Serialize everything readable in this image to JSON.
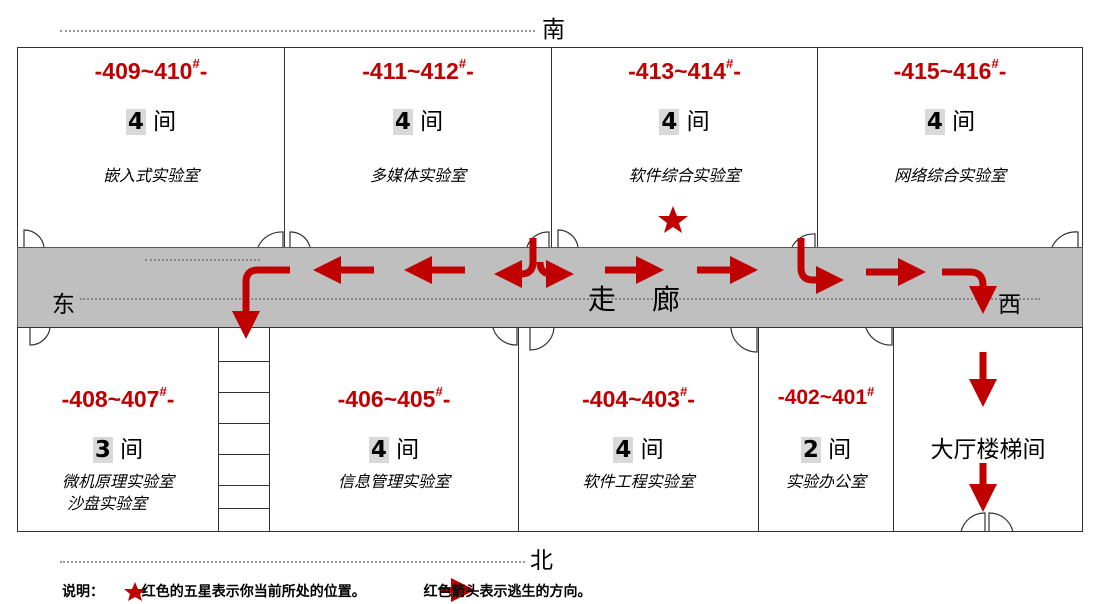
{
  "directions": {
    "south": "南",
    "north": "北",
    "east": "东",
    "west": "西"
  },
  "corridor": {
    "label_left": "走",
    "label_right": "廊"
  },
  "rooms_south": [
    {
      "code": "-409~410",
      "count_num": "4",
      "count_unit": "间",
      "name": "嵌入式实验室"
    },
    {
      "code": "-411~412",
      "count_num": "4",
      "count_unit": "间",
      "name": "多媒体实验室"
    },
    {
      "code": "-413~414",
      "count_num": "4",
      "count_unit": "间",
      "name": "软件综合实验室"
    },
    {
      "code": "-415~416",
      "count_num": "4",
      "count_unit": "间",
      "name": "网络综合实验室"
    }
  ],
  "rooms_north": [
    {
      "code": "-408~407",
      "count_num": "3",
      "count_unit": "间",
      "name": "微机原理实验室",
      "name2": "沙盘实验室"
    },
    {
      "code": "-406~405",
      "count_num": "4",
      "count_unit": "间",
      "name": "信息管理实验室"
    },
    {
      "code": "-404~403",
      "count_num": "4",
      "count_unit": "间",
      "name": "软件工程实验室"
    },
    {
      "code": "-402~401",
      "count_num": "2",
      "count_unit": "间",
      "name": "实验办公室"
    }
  ],
  "hall": {
    "name": "大厅楼梯间"
  },
  "legend": {
    "prefix": "说明：",
    "star_text": "红色的五星表示你当前所处的位置。",
    "arrow_text": "红色箭头表示逃生的方向。"
  },
  "colors": {
    "accent": "#c00000",
    "corridor": "#bfbfbf"
  },
  "icons": {
    "current_position": "star-icon",
    "escape_direction": "arrow-icon"
  }
}
